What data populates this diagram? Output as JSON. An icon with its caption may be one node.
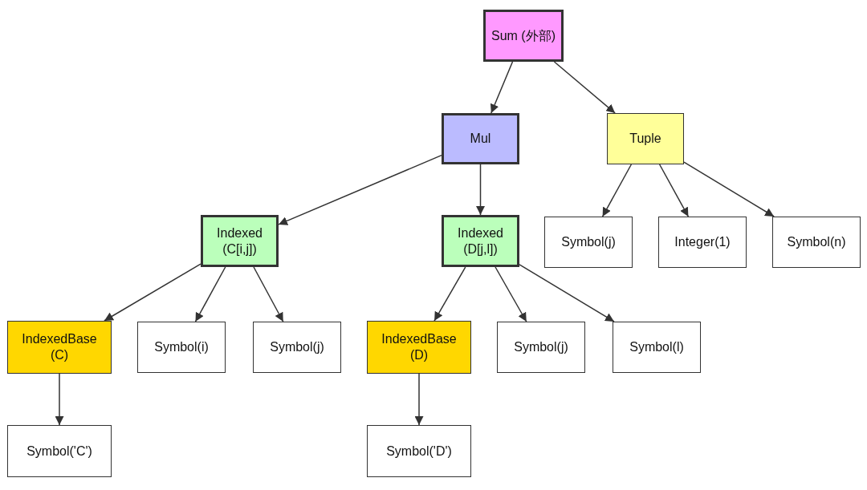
{
  "diagram": {
    "nodes": [
      {
        "text": [
          "Sum (外部)"
        ]
      },
      {
        "text": [
          "Mul"
        ]
      },
      {
        "text": [
          "Tuple"
        ]
      },
      {
        "text": [
          "Indexed (C[i,j])"
        ]
      },
      {
        "text": [
          "Indexed (D[j,l])"
        ]
      },
      {
        "text": [
          "Symbol(j)"
        ]
      },
      {
        "text": [
          "Integer(1)"
        ]
      },
      {
        "text": [
          "Symbol(n)"
        ]
      },
      {
        "text": [
          "IndexedBase (C)"
        ]
      },
      {
        "text": [
          "Symbol(i)"
        ]
      },
      {
        "text": [
          "Symbol(j)"
        ]
      },
      {
        "text": [
          "IndexedBase (D)"
        ]
      },
      {
        "text": [
          "Symbol(j)"
        ]
      },
      {
        "text": [
          "Symbol(l)"
        ]
      },
      {
        "text": [
          "Symbol('C')"
        ]
      },
      {
        "text": [
          "Symbol('D')"
        ]
      }
    ],
    "edges": [
      {
        "from": 0,
        "to": 1,
        "arrow": "to"
      },
      {
        "from": 0,
        "to": 2,
        "arrow": "to"
      },
      {
        "from": 1,
        "to": 3,
        "arrow": "to"
      },
      {
        "from": 1,
        "to": 4,
        "arrow": "to"
      },
      {
        "from": 2,
        "to": 5,
        "arrow": "to"
      },
      {
        "from": 2,
        "to": 6,
        "arrow": "to"
      },
      {
        "from": 2,
        "to": 7,
        "arrow": "to"
      },
      {
        "from": 3,
        "to": 8,
        "arrow": "to"
      },
      {
        "from": 3,
        "to": 9,
        "arrow": "to"
      },
      {
        "from": 3,
        "to": 10,
        "arrow": "to"
      },
      {
        "from": 4,
        "to": 11,
        "arrow": "to"
      },
      {
        "from": 4,
        "to": 12,
        "arrow": "to"
      },
      {
        "from": 4,
        "to": 13,
        "arrow": "to"
      },
      {
        "from": 8,
        "to": 14,
        "arrow": "to"
      },
      {
        "from": 11,
        "to": 15,
        "arrow": "to"
      }
    ]
  }
}
